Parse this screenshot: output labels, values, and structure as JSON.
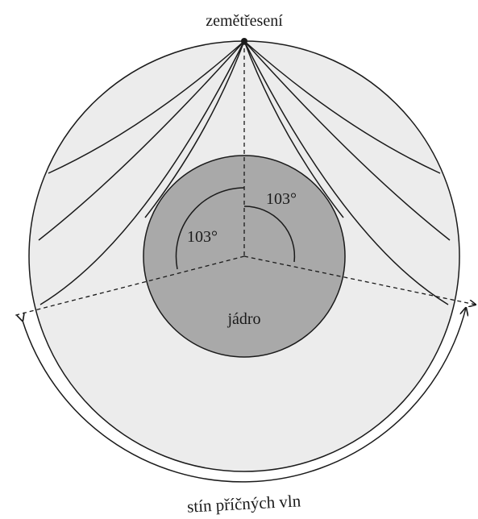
{
  "labels": {
    "epicenter": "zemětřesení",
    "angle_left": "103°",
    "angle_right": "103°",
    "core": "jádro",
    "shadow_zone": "stín příčných vln"
  },
  "colors": {
    "mantle": "#ececec",
    "core": "#a9a9a9",
    "stroke": "#1a1a1a"
  }
}
